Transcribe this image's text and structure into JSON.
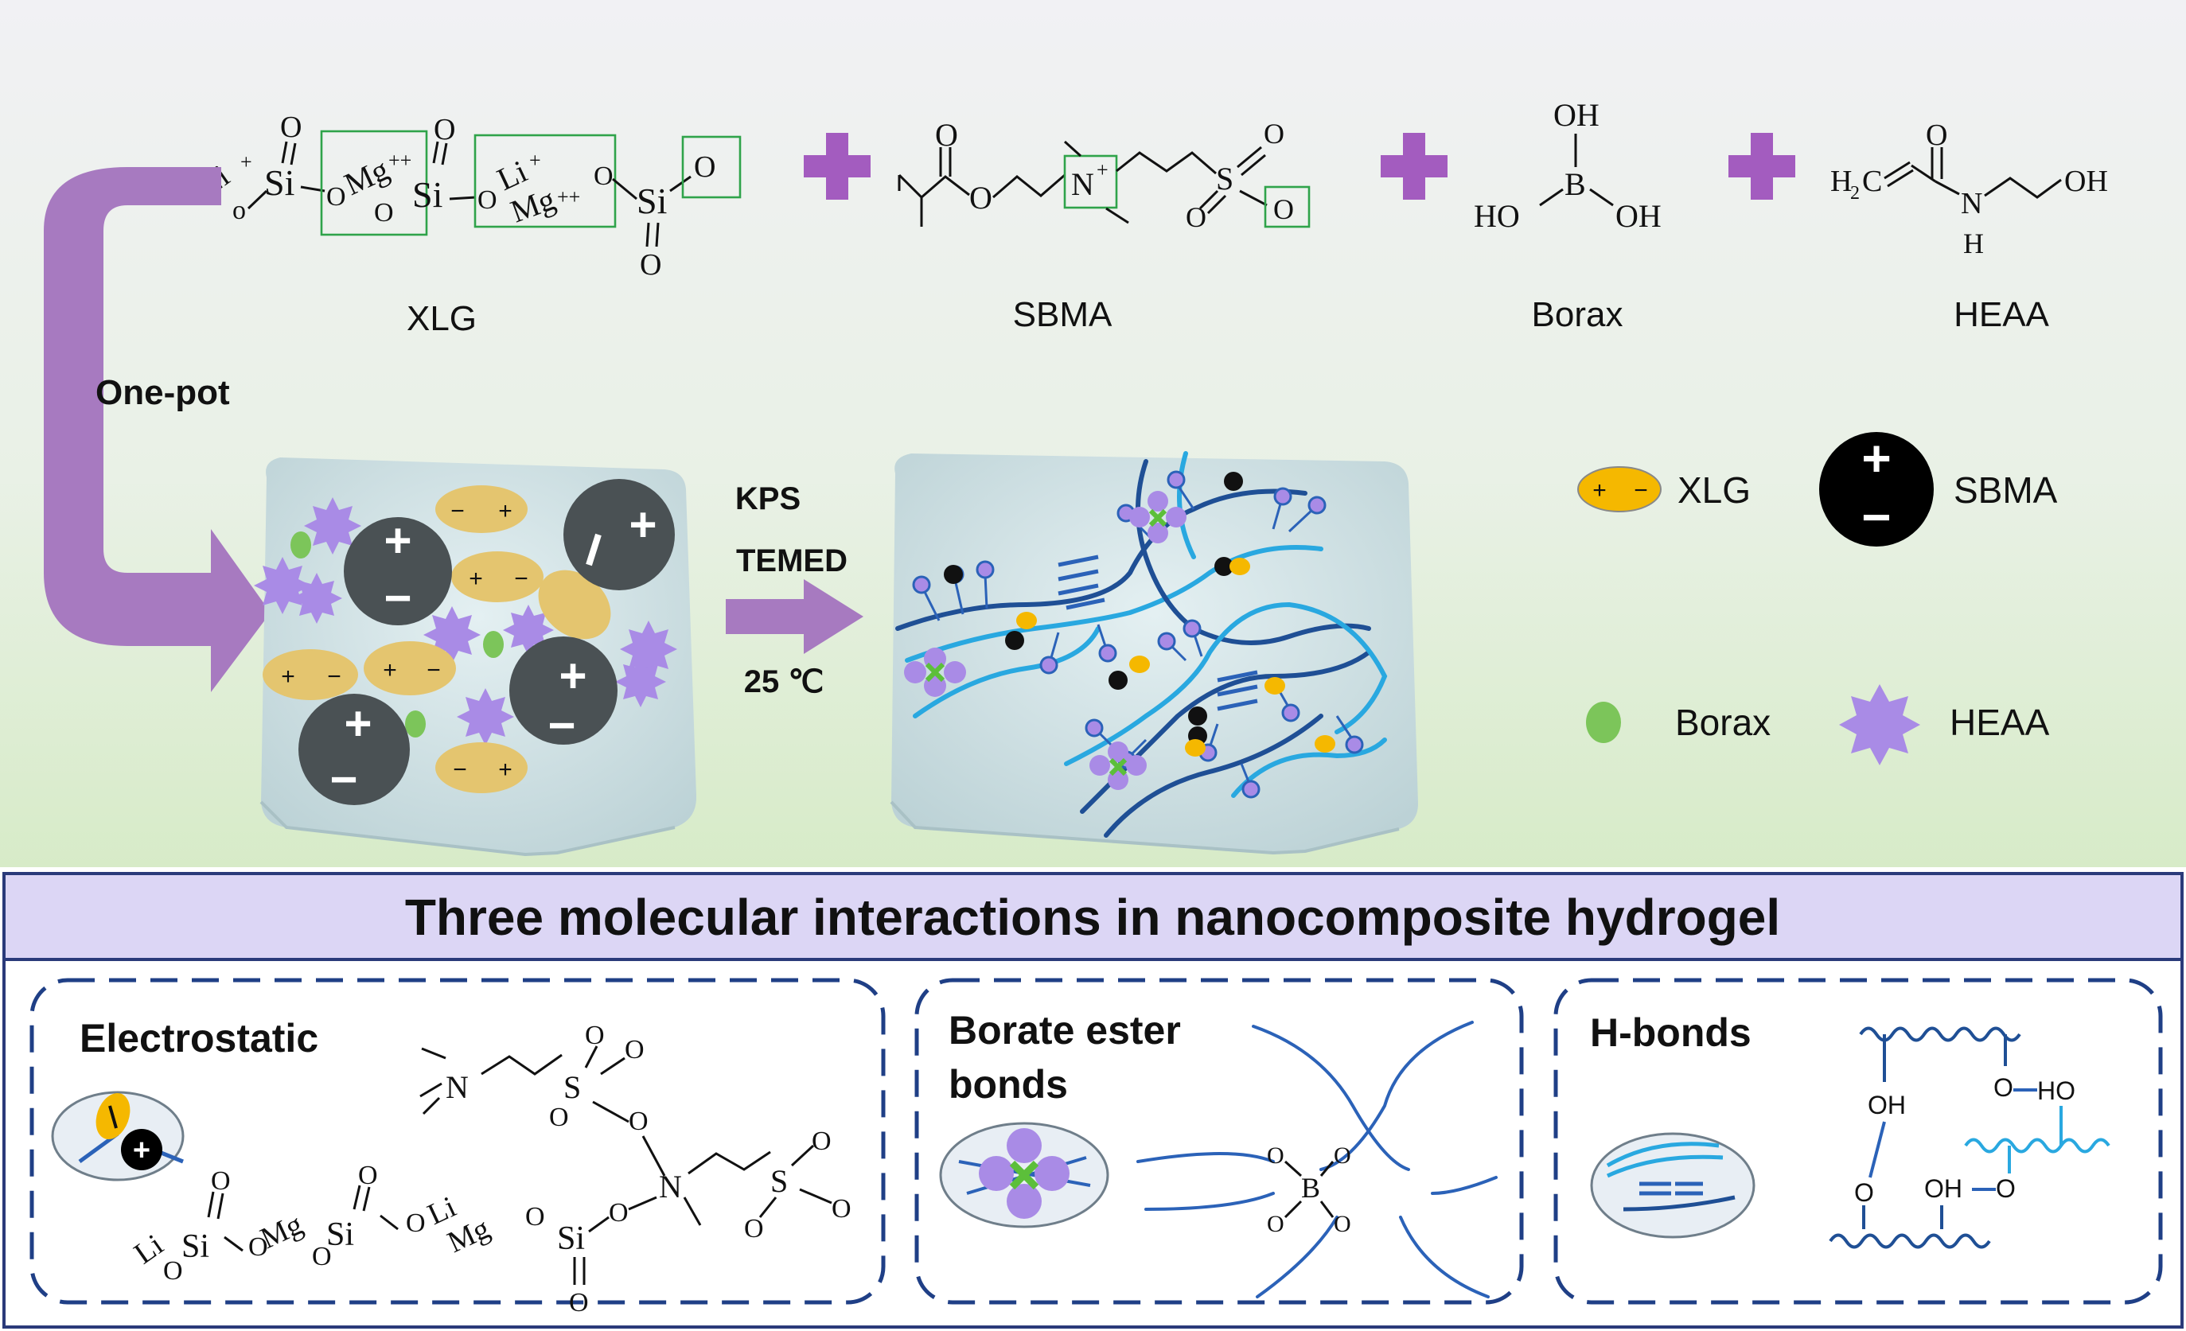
{
  "reagents": {
    "xlg": {
      "name": "XLG",
      "formula": {
        "li1": "Li",
        "li1_charge": "+",
        "si": "Si",
        "o": "O",
        "o_minus": "o",
        "mg1": "Mg",
        "mg_charge": "++",
        "li2": "Li",
        "li2_charge": "+"
      }
    },
    "sbma": {
      "name": "SBMA",
      "formula": {
        "o": "O",
        "n": "N",
        "n_charge": "+",
        "s": "S"
      }
    },
    "borax": {
      "name": "Borax",
      "formula": {
        "oh": "OH",
        "b": "B",
        "ho": "HO"
      }
    },
    "heaa": {
      "name": "HEAA",
      "formula": {
        "h2c": "H",
        "h2c_sub": "2",
        "c": "C",
        "o": "O",
        "n": "N",
        "h": "H",
        "oh": "OH"
      }
    }
  },
  "process": {
    "one_pot": "One-pot",
    "conditions": [
      "KPS",
      "TEMED",
      "25 ℃"
    ]
  },
  "legend": {
    "items": [
      {
        "label": "XLG",
        "symbol": "yellow-ellipse-with-charges",
        "color": "#f5b800"
      },
      {
        "label": "SBMA",
        "symbol": "black-circle-with-charges",
        "color": "#000000"
      },
      {
        "label": "Borax",
        "symbol": "green-dot",
        "color": "#7cc55a"
      },
      {
        "label": "HEAA",
        "symbol": "purple-star",
        "color": "#a98be6"
      }
    ],
    "charge_plus": "+",
    "charge_minus": "−"
  },
  "interactions": {
    "banner_title": "Three molecular interactions in nanocomposite hydrogel",
    "panels": [
      {
        "title": "Electrostatic"
      },
      {
        "title_line1": "Borate ester",
        "title_line2": "bonds"
      },
      {
        "title": "H-bonds"
      }
    ],
    "electrostatic_chem": {
      "n": "N",
      "s": "S",
      "o": "O",
      "si": "Si",
      "li": "Li",
      "mg": "Mg"
    },
    "borate_chem": {
      "b": "B",
      "o": "O"
    },
    "hbond_chem": {
      "oh": "OH",
      "ho": "HO",
      "o": "O"
    }
  },
  "colors": {
    "arrow_purple": "#a77ac0",
    "plus_purple": "#a35cbf",
    "banner_bg": "#dcd6f5",
    "dash_border": "#1f3f86",
    "chain_dark": "#1f4f95",
    "chain_light": "#29a8e0",
    "gel_block": "#c7dcdc"
  }
}
